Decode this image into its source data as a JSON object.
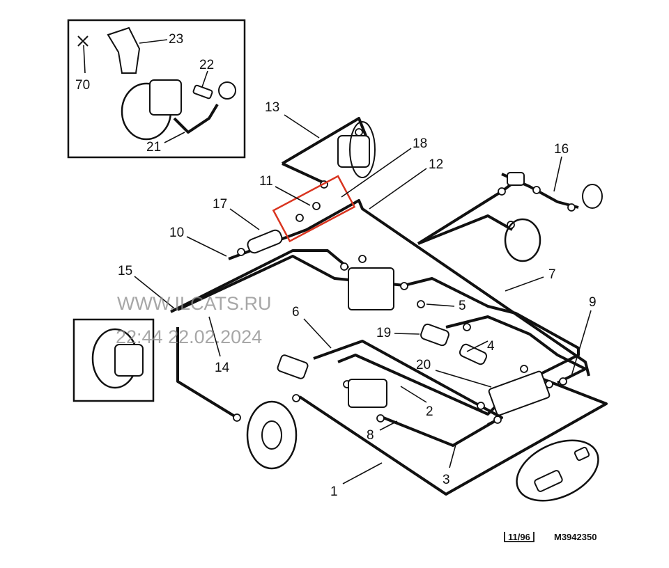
{
  "diagram": {
    "callouts": [
      "23",
      "22",
      "70",
      "21",
      "13",
      "18",
      "12",
      "16",
      "11",
      "17",
      "10",
      "15",
      "7",
      "9",
      "6",
      "5",
      "19",
      "4",
      "14",
      "20",
      "2",
      "8",
      "3",
      "1"
    ],
    "watermark": {
      "site": "WWW.ILCATS.RU",
      "timestamp": "22:44 22.02.2024"
    },
    "footer": {
      "date_code": "11/96",
      "reference": "M3942350"
    },
    "highlight_color": "#d9341f"
  }
}
